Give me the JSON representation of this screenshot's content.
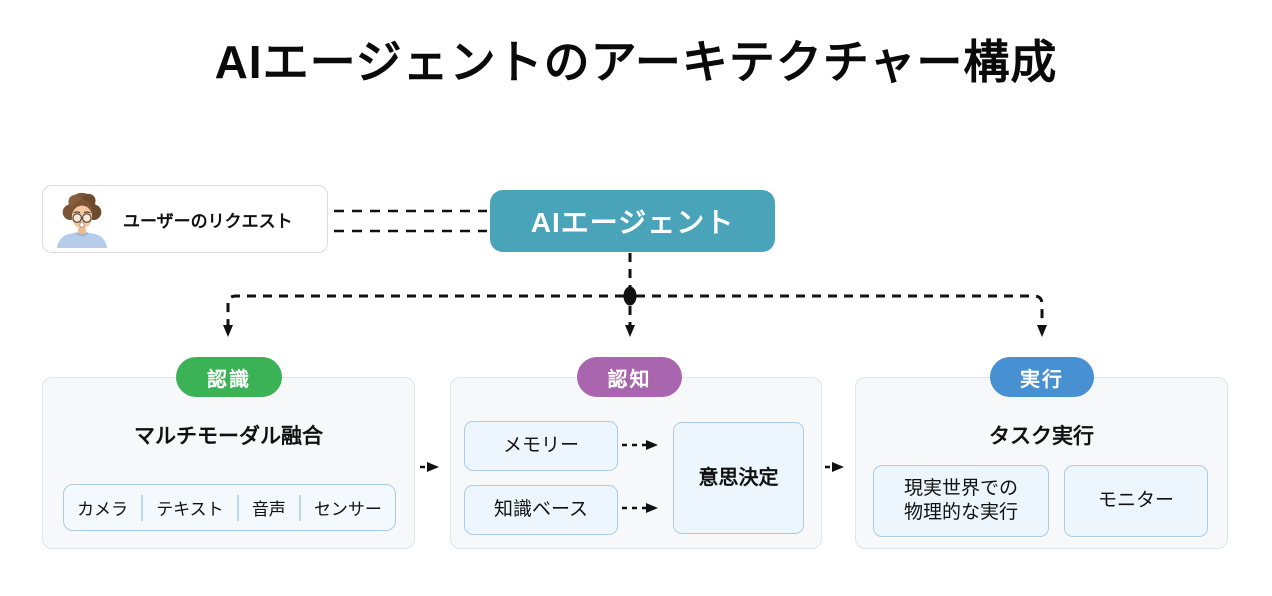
{
  "title": "AIエージェントのアーキテクチャー構成",
  "user_request": {
    "label": "ユーザーのリクエスト",
    "avatar": "man-with-glasses-illustration"
  },
  "agent": {
    "label": "AIエージェント"
  },
  "perception": {
    "pill": "認識",
    "heading": "マルチモーダル融合",
    "items": [
      "カメラ",
      "テキスト",
      "音声",
      "センサー"
    ]
  },
  "cognition": {
    "pill": "認知",
    "memory": "メモリー",
    "knowledge_base": "知識ベース",
    "decision": "意思決定"
  },
  "execution": {
    "pill": "実行",
    "heading": "タスク実行",
    "physical_line1": "現実世界での",
    "physical_line2": "物理的な実行",
    "monitor": "モニター"
  },
  "colors": {
    "agent_teal": "#4AA4B9",
    "perception_green": "#3CB257",
    "cognition_purple": "#A965AE",
    "execution_blue": "#4791D3",
    "node_fill_blue": "#EDF6FC",
    "node_border_blue": "#A9CBE8",
    "connector_black": "#111111"
  }
}
